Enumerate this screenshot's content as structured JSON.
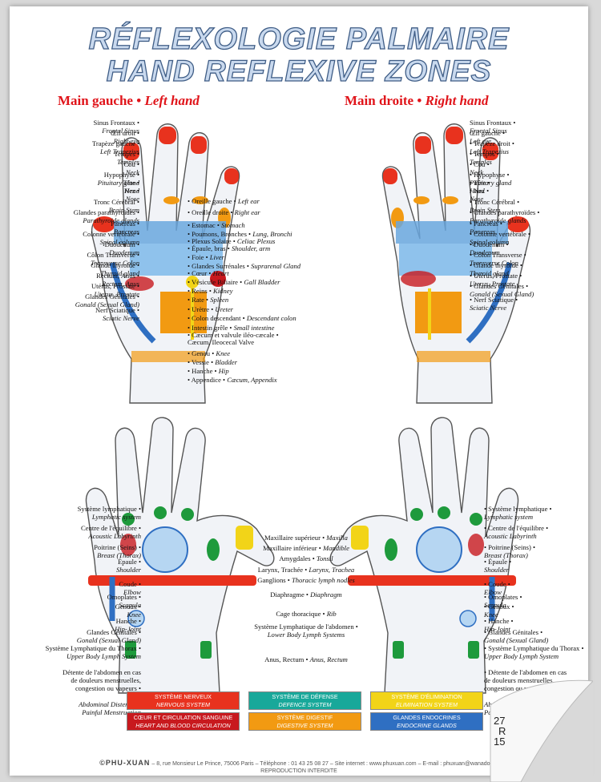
{
  "title_fr": "RÉFLEXOLOGIE PALMAIRE",
  "title_en": "HAND REFLEXIVE ZONES",
  "left_heading": {
    "fr": "Main gauche • ",
    "en": "Left hand"
  },
  "right_heading": {
    "fr": "Main droite • ",
    "en": "Right hand"
  },
  "top_left_labels": [
    {
      "fr": "Sinus Frontaux •",
      "en": "Frontal Sinus"
    },
    {
      "fr": "Œil droit •",
      "en": "Right eye"
    },
    {
      "fr": "Trapèze gauche •",
      "en": "Left Trapezius"
    },
    {
      "fr": "Tempes •",
      "en": "Temples"
    },
    {
      "fr": "Cou •",
      "en": "Neck"
    },
    {
      "fr": "Hypophyse •",
      "en": "Pituitary gland"
    },
    {
      "fr": "Tête •",
      "en": "Head"
    },
    {
      "fr": "Nez •",
      "en": "Nose"
    },
    {
      "fr": "Tronc Cérébral •",
      "en": "Brain Stem"
    },
    {
      "fr": "Glandes parathyroïdes •",
      "en": "Parathyroïde glands"
    },
    {
      "fr": "Pancréas •",
      "en": "Pancreas"
    },
    {
      "fr": "Colonne vertébrale •",
      "en": "Spinal column"
    },
    {
      "fr": "Duodénum •",
      "en": "Duodenum"
    },
    {
      "fr": "Côlon Transverse •",
      "en": "Transverse Colon"
    },
    {
      "fr": "Glande thyroïde •",
      "en": "Thyroid gland"
    },
    {
      "fr": "Rectum, Anus •",
      "en": "Rectum, Anus"
    },
    {
      "fr": "Utérus, Prostate •",
      "en": "Uterus, Prostate"
    },
    {
      "fr": "Glandes Génitales •",
      "en": "Gonald (Sexual Gland)"
    },
    {
      "fr": "Nerf Sciatique •",
      "en": "Sciatic Nerve"
    }
  ],
  "top_center_labels": [
    {
      "fr": "• Oreille gauche •",
      "en": "Left ear"
    },
    {
      "fr": "• Oreille droite •",
      "en": "Right ear"
    },
    {
      "fr": "• Estomac •",
      "en": "Stomach"
    },
    {
      "fr": "• Poumons, Bronches •",
      "en": "Lung, Bronchi"
    },
    {
      "fr": "• Plexus Solaire •",
      "en": "Celiac Plexus"
    },
    {
      "fr": "• Épaule, bras •",
      "en": "Shoulder, arm"
    },
    {
      "fr": "• Foie •",
      "en": "Liver"
    },
    {
      "fr": "• Glandes Surrénales •",
      "en": "Suprarenal Gland"
    },
    {
      "fr": "• Cœur •",
      "en": "Heart"
    },
    {
      "fr": "• Vésicule Biliaire •",
      "en": "Gall Bladder"
    },
    {
      "fr": "• Reins •",
      "en": "Kidney"
    },
    {
      "fr": "• Rate •",
      "en": "Spleen"
    },
    {
      "fr": "• Urètre •",
      "en": "Ureter"
    },
    {
      "fr": "• Colon descendant •",
      "en": "Descendant colon"
    },
    {
      "fr": "• Intestin grêle •",
      "en": "Small intestine"
    },
    {
      "fr": "• Cæcum et valvule iléo-cæcale •",
      "en": ""
    },
    {
      "fr": "Cæcum, Ileocecal Valve",
      "en": ""
    },
    {
      "fr": "• Genou •",
      "en": "Knee"
    },
    {
      "fr": "• Vessie •",
      "en": "Bladder"
    },
    {
      "fr": "• Hanche •",
      "en": "Hip"
    },
    {
      "fr": "• Appendice •",
      "en": "Cæcum, Appendix"
    }
  ],
  "top_right_labels": [
    {
      "fr": "Sinus Frontaux •",
      "en": "Frontal Sinus"
    },
    {
      "fr": "Œil gauche •",
      "en": "Left eye"
    },
    {
      "fr": "• Trapèze droit •",
      "en": "Left Trapezius"
    },
    {
      "fr": "• Tempes •",
      "en": "Temples"
    },
    {
      "fr": "• Cou •",
      "en": "Neck"
    },
    {
      "fr": "• Hypophyse •",
      "en": "Pituitary gland"
    },
    {
      "fr": "• Tête •",
      "en": "Head"
    },
    {
      "fr": "• Nez •",
      "en": "Nose"
    },
    {
      "fr": "• Tronc Cérébral •",
      "en": "Brain Stem"
    },
    {
      "fr": "• Glandes parathyroïdes •",
      "en": "Parathyroïde glands"
    },
    {
      "fr": "• Pancréas •",
      "en": "Pancreas"
    },
    {
      "fr": "• Colonne vertébrale •",
      "en": "Spinal column"
    },
    {
      "fr": "• Duodénum •",
      "en": "Duodenum"
    },
    {
      "fr": "• Côlon Transverse •",
      "en": "Transverse Colon"
    },
    {
      "fr": "• Glande thyroïde •",
      "en": "Thyroid gland"
    },
    {
      "fr": "• Utérus, Prostate •",
      "en": "Uterus, Prostate"
    },
    {
      "fr": "• Glandes Génitales •",
      "en": "Gonald (Sexual Gland)"
    },
    {
      "fr": "• Nerf Sciatique •",
      "en": "Sciatic Nerve"
    }
  ],
  "bottom_left_labels": [
    {
      "fr": "Système lymphatique •",
      "en": "Lymphatic system"
    },
    {
      "fr": "Centre de l'équilibre •",
      "en": "Acoustic Labyrinth"
    },
    {
      "fr": "Poitrine (Seins) •",
      "en": "Breast (Thorax)"
    },
    {
      "fr": "Épaule •",
      "en": "Shoulder"
    },
    {
      "fr": "Coude •",
      "en": "Elbow"
    },
    {
      "fr": "Omoplates •",
      "en": "Scapula"
    },
    {
      "fr": "Genoux •",
      "en": "Knee"
    },
    {
      "fr": "Hanche •",
      "en": "Hip-Joint"
    },
    {
      "fr": "Glandes Génitales •",
      "en": "Gonald (Sexual Gland)"
    },
    {
      "fr": "Système Lymphatique du Thorax •",
      "en": "Upper Body Lymph System"
    },
    {
      "fr": "Détente de l'abdomen en cas",
      "en": ""
    },
    {
      "fr": "de douleurs menstruelles,",
      "en": ""
    },
    {
      "fr": "congestion ou vapeurs •",
      "en": ""
    },
    {
      "fr": "",
      "en": "Abdominal Distention,"
    },
    {
      "fr": "",
      "en": "Painful Menstruation"
    }
  ],
  "bottom_center_labels": [
    {
      "fr": "Maxillaire supérieur •",
      "en": "Maxilla"
    },
    {
      "fr": "Maxillaire inférieur •",
      "en": "Mandible"
    },
    {
      "fr": "Amygdales •",
      "en": "Tonsil"
    },
    {
      "fr": "Larynx, Trachée •",
      "en": "Larynx, Trachea"
    },
    {
      "fr": "Ganglions •",
      "en": "Thoracic lymph nodles"
    },
    {
      "fr": "Diaphragme •",
      "en": "Diaphragm"
    },
    {
      "fr": "Cage thoracique •",
      "en": "Rib"
    },
    {
      "fr": "Système Lymphatique de l'abdomen •",
      "en": ""
    },
    {
      "fr": "",
      "en": "Lower Body Lymph Systems"
    },
    {
      "fr": "Anus, Rectum •",
      "en": "Anus, Rectum"
    }
  ],
  "bottom_right_labels": [
    {
      "fr": "• Système lymphatique •",
      "en": "Lymphatic system"
    },
    {
      "fr": "• Centre de l'équilibre •",
      "en": "Acoustic Labyrinth"
    },
    {
      "fr": "• Poitrine (Seins) •",
      "en": "Breast (Thorax)"
    },
    {
      "fr": "• Épaule •",
      "en": "Shoulder"
    },
    {
      "fr": "• Coude •",
      "en": "Elbow"
    },
    {
      "fr": "• Omoplates •",
      "en": "Scapula"
    },
    {
      "fr": "• Genoux •",
      "en": "Knee"
    },
    {
      "fr": "• Hanche •",
      "en": "Hip-Joint"
    },
    {
      "fr": "• Glandes Génitales •",
      "en": "Gonald (Sexual Gland)"
    },
    {
      "fr": "• Système Lymphatique du Thorax •",
      "en": "Upper Body Lymph System"
    },
    {
      "fr": "• Détente de l'abdomen en cas",
      "en": ""
    },
    {
      "fr": "de douleurs menstruelles,",
      "en": ""
    },
    {
      "fr": "congestion ou vapeurs •",
      "en": ""
    },
    {
      "fr": "",
      "en": "Abdominal Distention,"
    },
    {
      "fr": "",
      "en": "Painful Menstruation"
    }
  ],
  "legend": [
    {
      "fr": "SYSTÈME NERVEUX",
      "en": "NERVOUS SYSTEM",
      "color": "#e8321e"
    },
    {
      "fr": "SYSTÈME DE DÉFENSE",
      "en": "DEFENCE SYSTEM",
      "color": "#18a89a"
    },
    {
      "fr": "SYSTÈME D'ÉLIMINATION",
      "en": "ELIMINATION SYSTEM",
      "color": "#f2d418"
    },
    {
      "fr": "CŒUR ET CIRCULATION SANGUINE",
      "en": "HEART AND BLOOD CIRCULATION",
      "color": "#c8191e"
    },
    {
      "fr": "SYSTÈME DIGESTIF",
      "en": "DIGESTIVE SYSTEM",
      "color": "#f29a12"
    },
    {
      "fr": "GLANDES ENDOCRINES",
      "en": "ENDOCRINE GLANDS",
      "color": "#2f6fc2"
    }
  ],
  "footer": {
    "brand": "©PHU-XUAN",
    "address": "– 8, rue Monsieur Le Prince, 75006 Paris – Téléphone : 01 43 25 08 27 – Site internet : www.phuxuan.com – E-mail : phuxuan@wanadoo.fr",
    "rights": "REPRODUCTION INTERDITE"
  },
  "price_tag": [
    "27",
    "R",
    "15"
  ],
  "colors": {
    "red": "#e8321e",
    "blue": "#2f6fc2",
    "green": "#1e9a3c",
    "yellow": "#f2d418",
    "orange": "#f29a12"
  }
}
